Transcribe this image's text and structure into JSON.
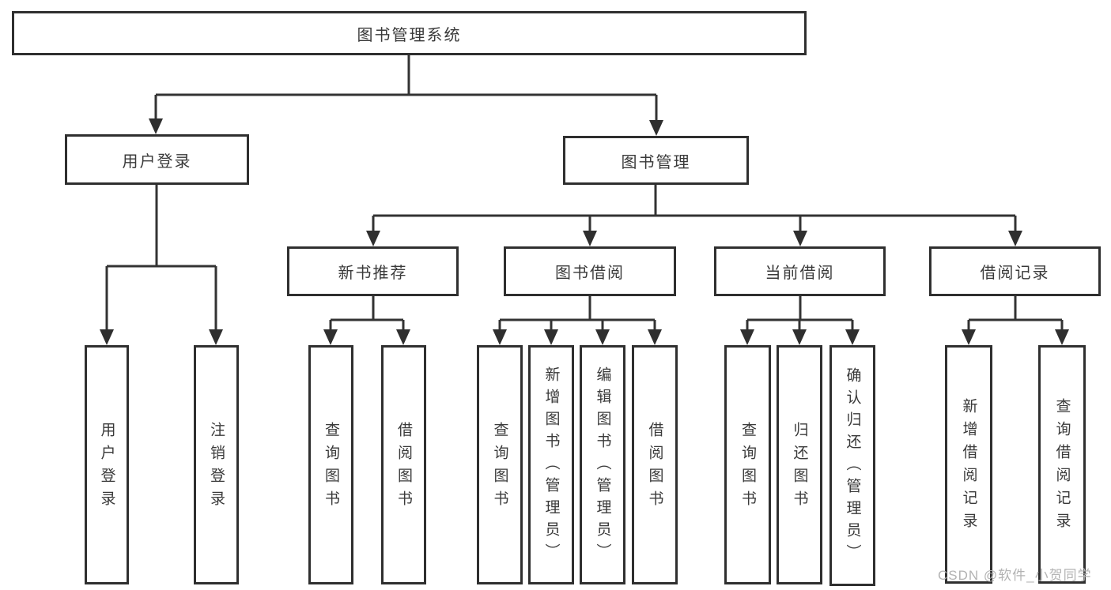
{
  "diagram": {
    "nodes": {
      "root": "图书管理系统",
      "user_login": "用户登录",
      "book_management": "图书管理",
      "leaf_user_login": "用户登录",
      "leaf_logout": "注销登录",
      "new_book_recommend": "新书推荐",
      "book_borrow": "图书借阅",
      "current_borrow": "当前借阅",
      "borrow_records": "借阅记录",
      "nb_query_book": "查询图书",
      "nb_borrow_book": "借阅图书",
      "bb_query_book": "查询图书",
      "bb_add_book": "新增图书（管理员）",
      "bb_edit_book": "编辑图书（管理员）",
      "bb_borrow_book": "借阅图书",
      "cb_query_book": "查询图书",
      "cb_return_book": "归还图书",
      "cb_confirm_return": "确认归还（管理员）",
      "br_add_record": "新增借阅记录",
      "br_query_record": "查询借阅记录"
    },
    "colors": {
      "line": "#333333",
      "border": "#2f2f2f",
      "text": "#3a3a3a",
      "background": "#ffffff",
      "watermark": "#b3b3b3"
    }
  },
  "watermark": "CSDN @软件_小贺同学"
}
